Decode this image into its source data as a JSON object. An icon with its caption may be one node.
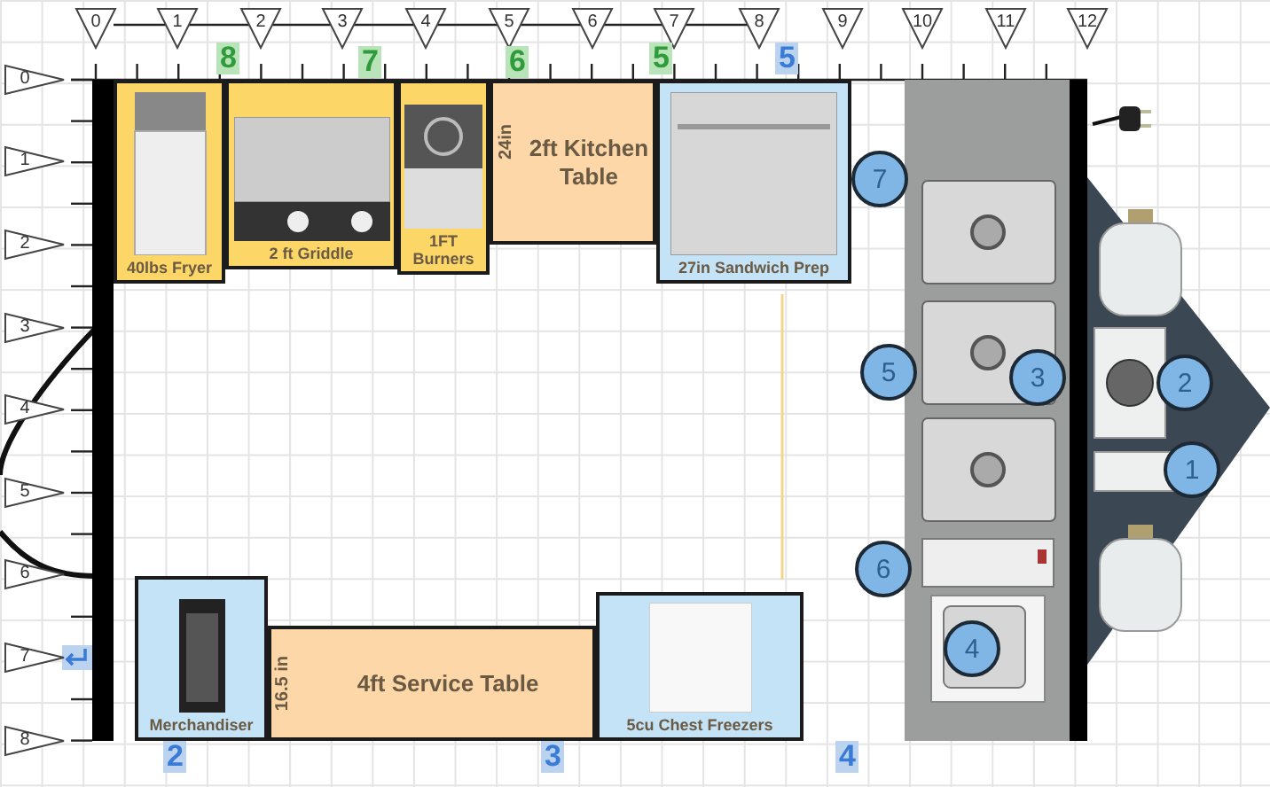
{
  "diagram": {
    "nodes": [
      {
        "text": [
          "40lbs Fryer"
        ]
      },
      {
        "text": [
          "2 ft Griddle"
        ]
      },
      {
        "text": [
          "1FT Burners"
        ]
      },
      {
        "text": [
          "2ft Kitchen Table"
        ]
      },
      {
        "text": [
          "27in Sandwich Prep"
        ]
      },
      {
        "text": [
          "Merchandiser"
        ]
      },
      {
        "text": [
          "4ft Service Table"
        ]
      },
      {
        "text": [
          "5cu Chest Freezers"
        ]
      }
    ],
    "labels": [
      "0",
      "1",
      "2",
      "3",
      "4",
      "5",
      "6",
      "7",
      "8",
      "9",
      "10",
      "11",
      "12",
      "8",
      "7",
      "6",
      "5",
      "5",
      "0",
      "1",
      "2",
      "3",
      "4",
      "5",
      "6",
      "7",
      "8",
      "24in",
      "7",
      "5",
      "3",
      "2",
      "1",
      "6",
      "4",
      "16.5 in",
      "2",
      "3",
      "4"
    ]
  }
}
